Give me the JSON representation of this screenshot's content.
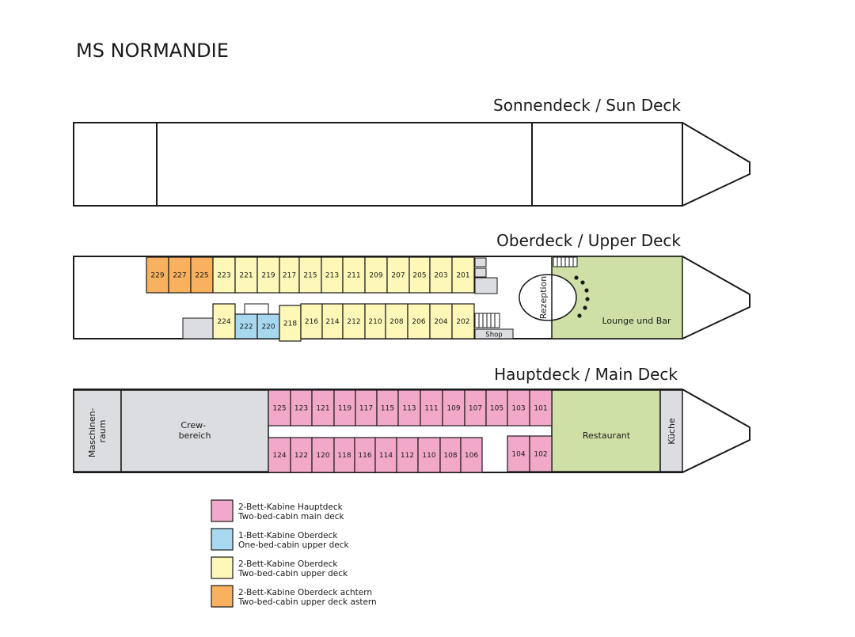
{
  "ship_name": "MS NORMANDIE",
  "colors": {
    "pink": "#f2a9c9",
    "blue": "#a8d8f0",
    "yellow": "#fdf7b8",
    "orange": "#f7b15f",
    "green": "#cfe0a6",
    "gray": "#dcdde0",
    "outline": "#1a1a1a"
  },
  "decks": {
    "sun": {
      "title": "Sonnendeck / Sun Deck"
    },
    "upper": {
      "title": "Oberdeck / Upper Deck",
      "reception": "Rezeption",
      "lounge": "Lounge und Bar",
      "shop": "Shop",
      "cabins_top": [
        {
          "no": "229",
          "type": "orange"
        },
        {
          "no": "227",
          "type": "orange"
        },
        {
          "no": "225",
          "type": "orange"
        },
        {
          "no": "223",
          "type": "yellow"
        },
        {
          "no": "221",
          "type": "yellow"
        },
        {
          "no": "219",
          "type": "yellow"
        },
        {
          "no": "217",
          "type": "yellow"
        },
        {
          "no": "215",
          "type": "yellow"
        },
        {
          "no": "213",
          "type": "yellow"
        },
        {
          "no": "211",
          "type": "yellow"
        },
        {
          "no": "209",
          "type": "yellow"
        },
        {
          "no": "207",
          "type": "yellow"
        },
        {
          "no": "205",
          "type": "yellow"
        },
        {
          "no": "203",
          "type": "yellow"
        },
        {
          "no": "201",
          "type": "yellow"
        }
      ],
      "cabins_bottom": [
        {
          "no": "224",
          "type": "yellow"
        },
        {
          "no": "222",
          "type": "blue"
        },
        {
          "no": "220",
          "type": "blue"
        },
        {
          "no": "218",
          "type": "yellow"
        },
        {
          "no": "216",
          "type": "yellow"
        },
        {
          "no": "214",
          "type": "yellow"
        },
        {
          "no": "212",
          "type": "yellow"
        },
        {
          "no": "210",
          "type": "yellow"
        },
        {
          "no": "208",
          "type": "yellow"
        },
        {
          "no": "206",
          "type": "yellow"
        },
        {
          "no": "204",
          "type": "yellow"
        },
        {
          "no": "202",
          "type": "yellow"
        }
      ]
    },
    "main": {
      "title": "Hauptdeck / Main Deck",
      "engine_room": [
        "Maschinen-",
        "raum"
      ],
      "crew_area": [
        "Crew-",
        "bereich"
      ],
      "restaurant": "Restaurant",
      "kitchen": "Küche",
      "cabins_top": [
        "125",
        "123",
        "121",
        "119",
        "117",
        "115",
        "113",
        "111",
        "109",
        "107",
        "105",
        "103",
        "101"
      ],
      "cabins_bottom_left": [
        "124",
        "122",
        "120",
        "118",
        "116",
        "114",
        "112",
        "110",
        "108",
        "106"
      ],
      "cabins_bottom_right": [
        "104",
        "102"
      ]
    }
  },
  "legend": [
    {
      "color": "pink",
      "de": "2-Bett-Kabine Hauptdeck",
      "en": "Two-bed-cabin main deck"
    },
    {
      "color": "blue",
      "de": "1-Bett-Kabine Oberdeck",
      "en": "One-bed-cabin upper deck"
    },
    {
      "color": "yellow",
      "de": "2-Bett-Kabine Oberdeck",
      "en": "Two-bed-cabin upper deck"
    },
    {
      "color": "orange",
      "de": "2-Bett-Kabine Oberdeck achtern",
      "en": "Two-bed-cabin upper deck astern"
    }
  ]
}
